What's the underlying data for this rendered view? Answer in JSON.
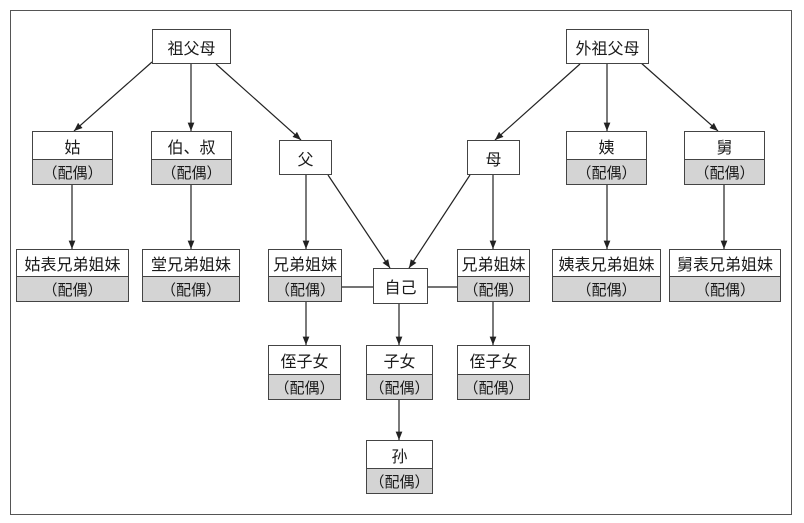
{
  "spouse_label": "（配偶）",
  "nodes": {
    "grandparents_paternal": "祖父母",
    "grandparents_maternal": "外祖父母",
    "paternal_aunt": "姑",
    "paternal_uncles": "伯、叔",
    "father": "父",
    "mother": "母",
    "maternal_aunt": "姨",
    "maternal_uncle": "舅",
    "paternal_aunt_cousins": "姑表兄弟姐妹",
    "paternal_cousins": "堂兄弟姐妹",
    "siblings_left": "兄弟姐妹",
    "self": "自己",
    "siblings_right": "兄弟姐妹",
    "maternal_aunt_cousins": "姨表兄弟姐妹",
    "maternal_uncle_cousins": "舅表兄弟姐妹",
    "nephew_niece_left": "侄子女",
    "children": "子女",
    "nephew_niece_right": "侄子女",
    "grandchild": "孙"
  }
}
